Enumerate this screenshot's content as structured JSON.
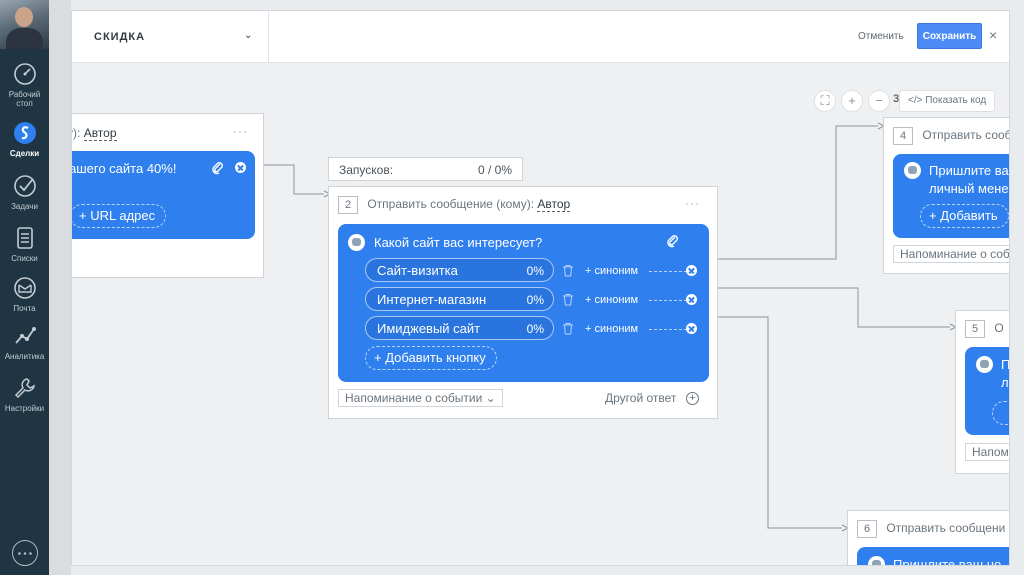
{
  "nav": {
    "items": [
      {
        "label_1": "Рабочий",
        "label_2": "стол",
        "icon": "dashboard-icon"
      },
      {
        "label_1": "Сделки",
        "label_2": "",
        "icon": "deals-icon",
        "active": true
      },
      {
        "label_1": "Задачи",
        "label_2": "",
        "icon": "tasks-icon"
      },
      {
        "label_1": "Списки",
        "label_2": "",
        "icon": "lists-icon"
      },
      {
        "label_1": "Почта",
        "label_2": "",
        "icon": "mail-icon"
      },
      {
        "label_1": "Аналитика",
        "label_2": "",
        "icon": "analytics-icon"
      },
      {
        "label_1": "Настройки",
        "label_2": "",
        "icon": "settings-icon"
      }
    ]
  },
  "header": {
    "pipeline_name": "СКИДКА",
    "caret": "⌄",
    "cancel_label": "Отменить",
    "save_label": "Сохранить",
    "close_label": "×"
  },
  "toolbar": {
    "fullscreen": "⛶",
    "zoom_in": "+",
    "zoom_out": "−",
    "zoom_value_fragment": "3",
    "show_code_label": "</> Показать код"
  },
  "nodes": {
    "left": {
      "head_fragment": "у):",
      "recipient": "Автор",
      "menu": "···",
      "message_fragment": "ашего сайта 40%!",
      "add_url_label": "+ URL адрес"
    },
    "launches": {
      "label": "Запусков:",
      "value": "0 / 0%"
    },
    "main": {
      "number": "2",
      "head_label": "Отправить сообщение (кому):",
      "recipient": "Автор",
      "menu": "···",
      "question": "Какой сайт вас интересует?",
      "options": [
        {
          "label": "Сайт-визитка",
          "percent": "0%",
          "synonym": "+ синоним"
        },
        {
          "label": "Интернет-магазин",
          "percent": "0%",
          "synonym": "+ синоним"
        },
        {
          "label": "Имиджевый сайт",
          "percent": "0%",
          "synonym": "+ синоним"
        }
      ],
      "add_button_label": "+ Добавить кнопку",
      "reminder_label": "Напоминание о событии ⌄",
      "other_answer_label": "Другой ответ",
      "other_answer_plus": "+"
    },
    "node4": {
      "number": "4",
      "head_label": "Отправить сооб",
      "message_line1": "Пришлите ва",
      "message_line2": "личный мене",
      "add_label": "+ Добавить",
      "reminder_label": "Напоминание о собі"
    },
    "node5": {
      "number": "5",
      "head_fragment": "О",
      "message_line1": "П",
      "message_line2": "лі",
      "reminder_label": "Напом"
    },
    "node6": {
      "number": "6",
      "head_label": "Отправить сообщени",
      "message_fragment": "Пришлите ваш но"
    }
  }
}
